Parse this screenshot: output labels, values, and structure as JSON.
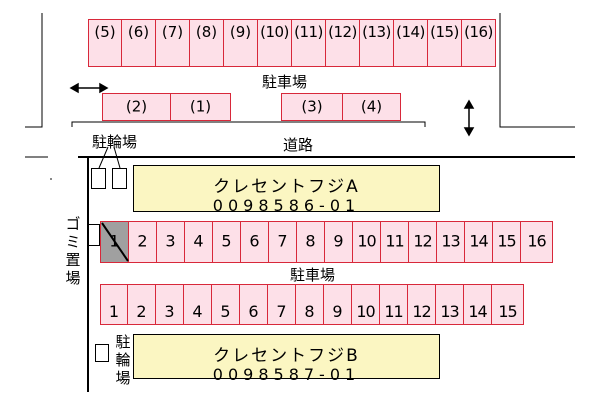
{
  "top_parking": {
    "spots": [
      "(5)",
      "(6)",
      "(7)",
      "(8)",
      "(9)",
      "(10)",
      "(11)",
      "(12)",
      "(13)",
      "(14)",
      "(15)",
      "(16)"
    ],
    "label": "駐車場",
    "small_spots": [
      "(2)",
      "(1)",
      "(3)",
      "(4)"
    ]
  },
  "road": {
    "label": "道路"
  },
  "bicycle_parking": {
    "label": "駐輪場"
  },
  "bicycle_parking_b": {
    "lines": [
      "駐",
      "輪",
      "場"
    ]
  },
  "garbage": {
    "lines": [
      "ゴ",
      "ミ",
      "置",
      "場"
    ]
  },
  "building_a": {
    "name": "クレセントフジA",
    "code": "0098586-01"
  },
  "building_b": {
    "name": "クレセントフジB",
    "code": "0098587-01"
  },
  "middle_parking": {
    "label": "駐車場",
    "row1": [
      "1",
      "2",
      "3",
      "4",
      "5",
      "6",
      "7",
      "8",
      "9",
      "10",
      "11",
      "12",
      "13",
      "14",
      "15",
      "16"
    ],
    "row2": [
      "1",
      "2",
      "3",
      "4",
      "5",
      "6",
      "7",
      "8",
      "9",
      "10",
      "11",
      "12",
      "13",
      "14",
      "15"
    ]
  },
  "colors": {
    "spot_fill": "#fde0e8",
    "spot_border": "#d8283a",
    "building_fill": "#fbf6c2",
    "gray_spot": "#a0a0a0"
  },
  "icons": [
    "left-right-arrow-icon",
    "up-down-arrow-icon"
  ]
}
